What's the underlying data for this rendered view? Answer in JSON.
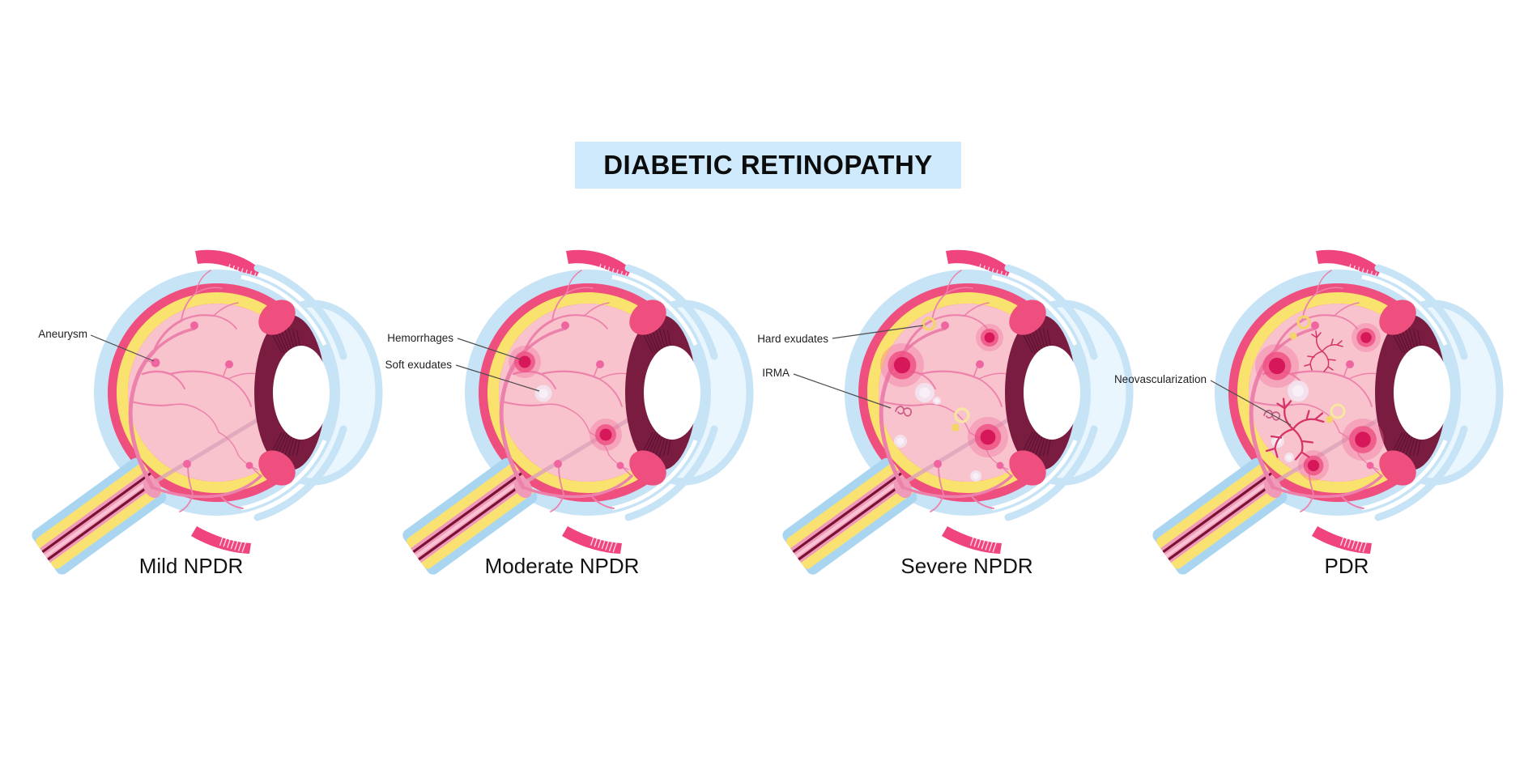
{
  "title": {
    "text": "DIABETIC RETINOPATHY"
  },
  "palette": {
    "title_bg": "#cfeafc",
    "sclera_blue": "#c7e3f6",
    "cornea_fill": "#eaf6fe",
    "choroid_pink": "#ef4f7e",
    "retina_yellow": "#fae26e",
    "vitreous_pink": "#f9c3cd",
    "vitreous_shade": "#f5b0c0",
    "vessel_pink": "#ec81ab",
    "vessel_dot": "#ee65a0",
    "iris_maroon": "#7a1c40",
    "lens_white": "#ffffff",
    "nerve_blue": "#a9d5f1",
    "nerve_yellow": "#f9e272",
    "nerve_core_pink": "#f09ab9",
    "nerve_stripe_maroon": "#7a1235",
    "muscle_pink": "#f0447e",
    "hemorrhage_core": "#d6185a",
    "hemorrhage_mid": "#ee4f82",
    "hemorrhage_halo": "#f06a9a",
    "soft_exudate": "#f2e4ee",
    "hard_exudate": "#f2d469",
    "neovessel": "#d63367",
    "irma_vessel": "#c75a84",
    "callout_line": "#4d4d4d"
  },
  "stages": [
    {
      "id": "mild",
      "label": "Mild NPDR",
      "annotations": [
        {
          "id": "aneurysm",
          "text": "Aneurysm"
        }
      ]
    },
    {
      "id": "moderate",
      "label": "Moderate NPDR",
      "annotations": [
        {
          "id": "hemorrhages",
          "text": "Hemorrhages"
        },
        {
          "id": "soft-exudates",
          "text": "Soft exudates"
        }
      ]
    },
    {
      "id": "severe",
      "label": "Severe NPDR",
      "annotations": [
        {
          "id": "hard-exudates",
          "text": "Hard exudates"
        },
        {
          "id": "irma",
          "text": "IRMA"
        }
      ]
    },
    {
      "id": "pdr",
      "label": "PDR",
      "annotations": [
        {
          "id": "neovascularization",
          "text": "Neovascularization"
        }
      ]
    }
  ]
}
